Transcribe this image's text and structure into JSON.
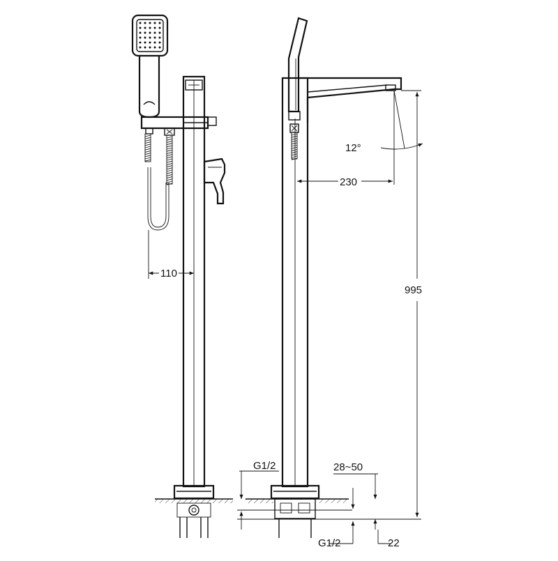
{
  "dimensions": {
    "hand_shower_offset": "110",
    "spout_angle": "12°",
    "spout_reach": "230",
    "overall_height": "995",
    "inlet_thread_left": "G1/2",
    "floor_adjust": "28~50",
    "inlet_thread_bottom": "G1/2",
    "inlet_depth": "22"
  }
}
